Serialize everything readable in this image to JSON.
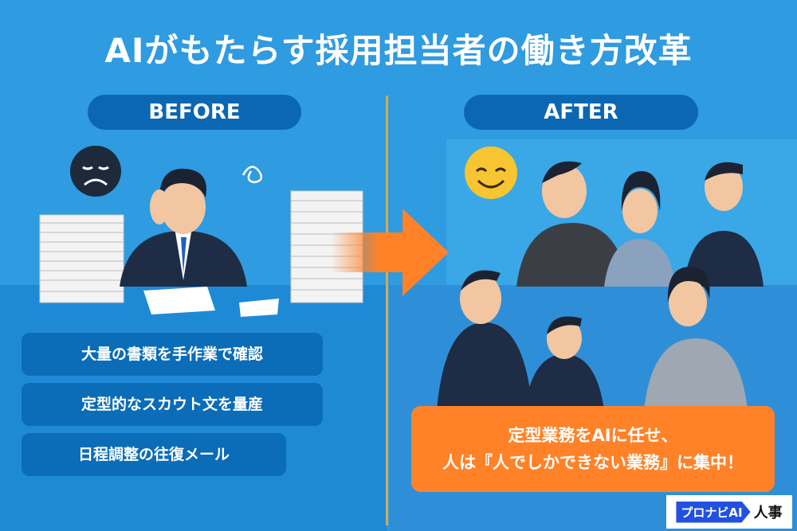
{
  "title": "AIがもたらす採用担当者の働き方改革",
  "before": {
    "label": "BEFORE",
    "items": [
      "大量の書類を手作業で確認",
      "定型的なスカウト文を量産",
      "日程調整の往復メール"
    ]
  },
  "after": {
    "label": "AFTER",
    "message_line1": "定型業務をAIに任せ、",
    "message_line2": "人は『人でしかできない業務』に集中！"
  },
  "logo": {
    "brand": "プロナビAI",
    "sub": "人事"
  },
  "colors": {
    "background": "#2f9be0",
    "pill": "#0b67b2",
    "accent_orange": "#ff8228",
    "divider": "#d9a94f"
  }
}
